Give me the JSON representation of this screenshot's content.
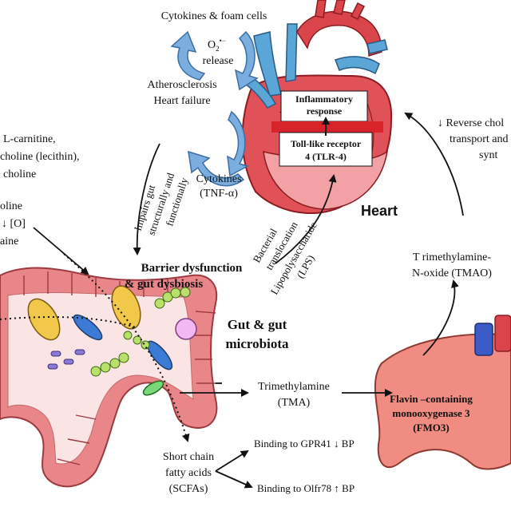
{
  "labels": {
    "cytokines_foam": "Cytokines & foam cells",
    "o2_release_line1": "O",
    "o2_sub": "2",
    "o2_sup": "•−",
    "o2_release_line2": "release",
    "atherosclerosis": "Atherosclerosis",
    "heart_failure": "Heart failure",
    "cytokines_tnf_1": "Cytokines",
    "cytokines_tnf_2": "(TNF-α)",
    "impairs_1": "Impairs gut",
    "impairs_2": "structurally and",
    "impairs_3": "functionally",
    "inflammatory_1": "Inflammatory",
    "inflammatory_2": "response",
    "tlr_1": "Toll-like receptor",
    "tlr_2": "4 (TLR-4)",
    "heart": "Heart",
    "bacterial_1": "Bacterial",
    "bacterial_2": "translocation",
    "lps_1": "Lipopolysaccharide",
    "lps_2": "(LPS)",
    "reverse_1": "↓ Reverse chol",
    "reverse_2": "transport and",
    "reverse_3": "synt",
    "lcarnitine_1": "L-carnitine,",
    "lcarnitine_2": "choline (lecithin),",
    "lcarnitine_3": "choline",
    "oline": "oline",
    "down_o": "↓ [O]",
    "aine": "aine",
    "barrier_1": "Barrier dysfunction",
    "barrier_2": "& gut dysbiosis",
    "gut_1": "Gut & gut",
    "gut_2": "microbiota",
    "tmao_1": "T rimethylamine-",
    "tmao_2": "N-oxide (TMAO)",
    "tma_1": "Trimethylamine",
    "tma_2": "(TMA)",
    "fmo_1": "Flavin –containing",
    "fmo_2": "monooxygenase 3",
    "fmo_3": "(FMO3)",
    "scfa_1": "Short chain",
    "scfa_2": "fatty acids",
    "scfa_3": "(SCFAs)",
    "gpr41": "Binding to GPR41 ↓ BP",
    "olfr78": "Binding to Olfr78 ↑ BP"
  },
  "colors": {
    "colon": "#e8868a",
    "colon_dark": "#b8484e",
    "heart_red": "#d9454b",
    "heart_blue": "#5aa6d6",
    "liver": "#f08c82",
    "cycle_arrow": "#6b9ccf"
  }
}
